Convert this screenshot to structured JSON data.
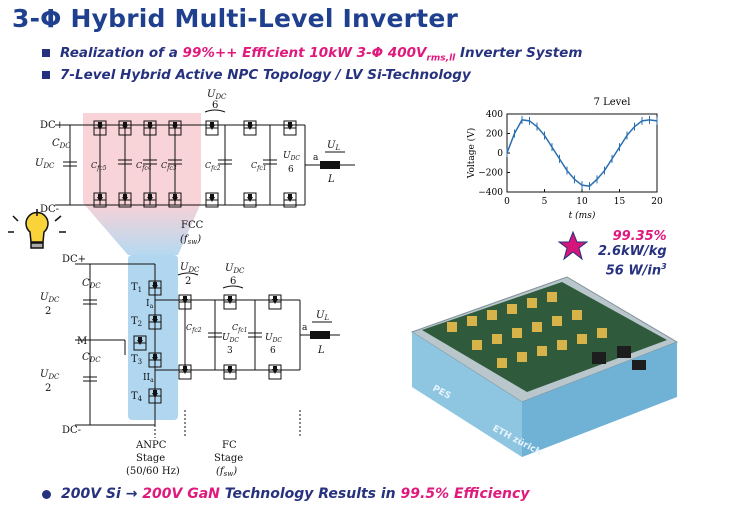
{
  "title": "3-Φ Hybrid Multi-Level Inverter",
  "bullets": [
    {
      "pre": "Realization of a ",
      "hl": "99%++ Efficient 10kW 3-Φ 400V",
      "sub": "rms,ll",
      "post": " Inverter System"
    },
    {
      "text": "7-Level Hybrid Active NPC Topology  / LV Si-Technology"
    }
  ],
  "top_circuit": {
    "dc_plus": "DC+",
    "dc_minus": "DC-",
    "cdc": "C",
    "cdc_sub": "DC",
    "udc": "U",
    "udc_sub": "DC",
    "caps": [
      {
        "label": "C",
        "sub": "fc5"
      },
      {
        "label": "C",
        "sub": "fc4"
      },
      {
        "label": "C",
        "sub": "fc3"
      },
      {
        "label": "C",
        "sub": "fc2"
      },
      {
        "label": "C",
        "sub": "fc1"
      }
    ],
    "udc6_num": "U",
    "udc6_sub": "DC",
    "udc6_den": "6",
    "node_a": "a",
    "ul": "U",
    "ul_sub": "L",
    "inductor": "L",
    "fcc_label": "FCC",
    "fcc_freq": "(f",
    "fcc_freq_sub": "sw",
    "fcc_freq_end": ")"
  },
  "bottom_circuit": {
    "dc_plus": "DC+",
    "dc_minus": "DC-",
    "mid": "M",
    "cdc": "C",
    "cdc_sub": "DC",
    "udc": "U",
    "udc_sub": "DC",
    "half": "2",
    "switches": [
      "T",
      "T",
      "T",
      "T"
    ],
    "switch_subs": [
      "1",
      "2",
      "3",
      "4"
    ],
    "ia": "I",
    "ia_sub": "a",
    "iia": "II",
    "iia_sub": "a",
    "udc2_den": "2",
    "udc6_den": "6",
    "udc3_den": "3",
    "cfc2": "C",
    "cfc2_sub": "fc2",
    "cfc1": "C",
    "cfc1_sub": "fc1",
    "node_a": "a",
    "ul": "U",
    "ul_sub": "L",
    "inductor": "L",
    "anpc_stage": "ANPC",
    "anpc_stage2": "Stage",
    "anpc_freq": "(50/60 Hz)",
    "fc_stage": "FC",
    "fc_stage2": "Stage",
    "fc_freq": "(f",
    "fc_freq_sub": "sw",
    "fc_freq_end": ")"
  },
  "chart_data": {
    "type": "line",
    "title": "7 Level",
    "xlabel": "t (ms)",
    "ylabel": "Voltage (V)",
    "xlim": [
      0,
      20
    ],
    "ylim": [
      -400,
      400
    ],
    "xticks": [
      "0",
      "5",
      "10",
      "15",
      "20"
    ],
    "yticks": [
      "400",
      "200",
      "0",
      "−200",
      "−400"
    ],
    "series": [
      {
        "values_desc": "",
        "x": [
          0,
          1,
          2,
          3,
          4,
          5,
          6,
          7,
          8,
          9,
          10,
          11,
          12,
          13,
          14,
          15,
          16,
          17,
          18,
          19,
          20
        ],
        "y": [
          0,
          200,
          340,
          330,
          270,
          180,
          60,
          -60,
          -180,
          -270,
          -330,
          -340,
          -270,
          -180,
          -60,
          60,
          180,
          270,
          330,
          340,
          330
        ]
      }
    ],
    "color": "#2a6fb0"
  },
  "stats": {
    "efficiency": "99.35%",
    "density1": "2.6kW/kg",
    "density2": "56 W/in",
    "density2_sup": "3"
  },
  "footer": {
    "t1": "200V Si ",
    "arrow": "→",
    "t2": " 200V GaN",
    "t3": " Technology Results in ",
    "t4": "99.5% Efficiency"
  },
  "photo_labels": {
    "brand": "ETH zürich",
    "pes": "PES"
  },
  "colors": {
    "title": "#1f3f8f",
    "accent": "#e0197d",
    "fcc_shade": "#f6c9cf",
    "anpc_shade": "#a9d2ee"
  }
}
